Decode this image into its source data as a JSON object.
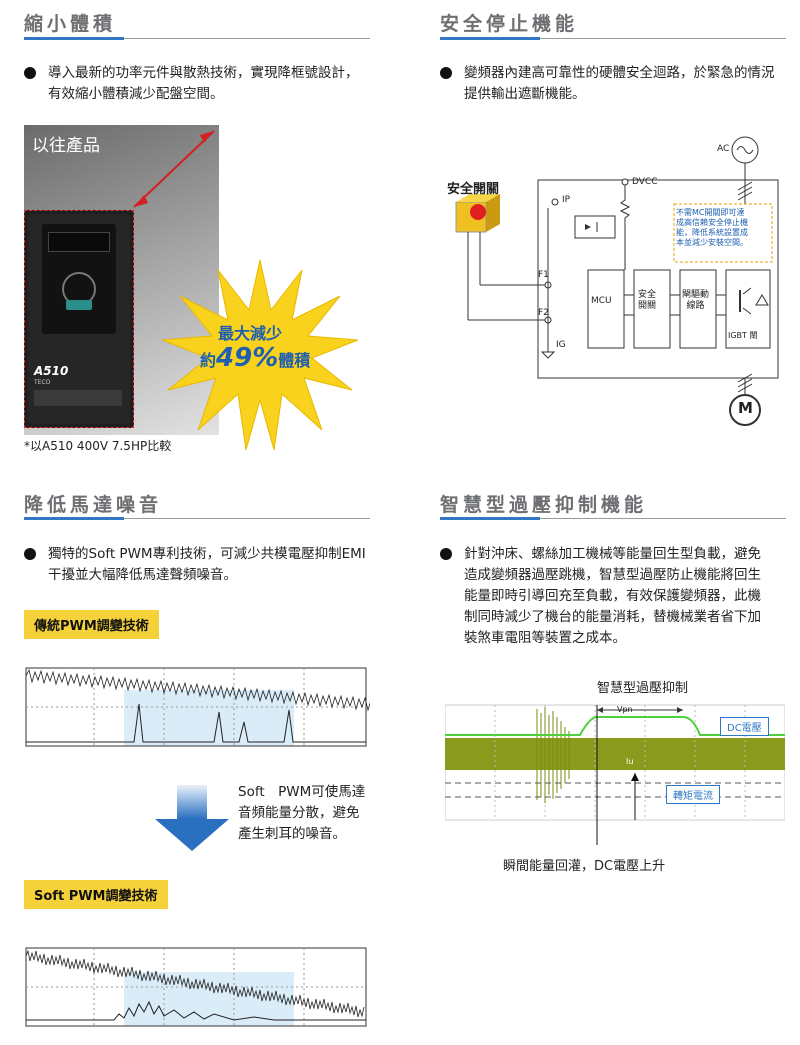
{
  "sections": {
    "size": {
      "title": "縮小體積",
      "bullet_line1": "導入最新的功率元件與散熱技術，實現降框號設計，",
      "bullet_line2": "有效縮小體積減少配盤空間。",
      "photo_label": "以往產品",
      "model_name": "A510",
      "brand": "TECO",
      "burst_line1": "最大減少",
      "burst_prefix": "約",
      "burst_value": "49%",
      "burst_suffix": "體積",
      "footnote": "*以A510 400V 7.5HP比較"
    },
    "safety": {
      "title": "安全停止機能",
      "bullet_line1": "變頻器內建高可靠性的硬體安全迴路，於緊急的情況",
      "bullet_line2": "提供輸出遮斷機能。",
      "switch_label": "安全開關",
      "ac": "AC",
      "dvcc": "DVCC",
      "ip": "IP",
      "ig": "IG",
      "f1": "F1",
      "f2": "F2",
      "note_line1": "不需MC開關即可達",
      "note_line2": "成高信賴安全停止機",
      "note_line3": "能，降低系統設置成",
      "note_line4": "本並減少安裝空間。",
      "mcu": "MCU",
      "safe_sw_1": "安全",
      "safe_sw_2": "開關",
      "drive_1": "閘驅動",
      "drive_2": "線路",
      "igbt": "IGBT 閘",
      "motor": "M"
    },
    "noise": {
      "title": "降低馬達噪音",
      "bullet_line1": "獨特的Soft PWM專利技術，可減少共模電壓抑制EMI",
      "bullet_line2": "干擾並大幅降低馬達聲頻噪音。",
      "tag_traditional": "傳統PWM調變技術",
      "arrow_line1": "Soft　PWM可使馬達",
      "arrow_line2": "音頻能量分散，避免",
      "arrow_line3": "產生刺耳的噪音。",
      "tag_soft": "Soft PWM調變技術"
    },
    "overvoltage": {
      "title": "智慧型過壓抑制機能",
      "bullet_line1": "針對沖床、螺絲加工機械等能量回生型負載，避免",
      "bullet_line2": "造成變頻器過壓跳機，智慧型過壓防止機能將回生",
      "bullet_line3": "能量即時引導回充至負載，有效保護變頻器，此機",
      "bullet_line4": "制同時減少了機台的能量消耗，替機械業者省下加",
      "bullet_line5": "裝煞車電阻等裝置之成本。",
      "wave_title": "智慧型過壓抑制",
      "vpn": "Vpn",
      "dc_voltage": "DC電壓",
      "iu": "Iu",
      "torque_current": "轉矩電流",
      "caption": "瞬間能量回灌，DC電壓上升"
    }
  },
  "colors": {
    "accent_blue": "#2f78c3",
    "heading_gray": "#6d6f72",
    "tag_yellow": "#f6d23a",
    "burst_yellow": "#f8d21c",
    "burst_blue": "#1e5fb0"
  }
}
